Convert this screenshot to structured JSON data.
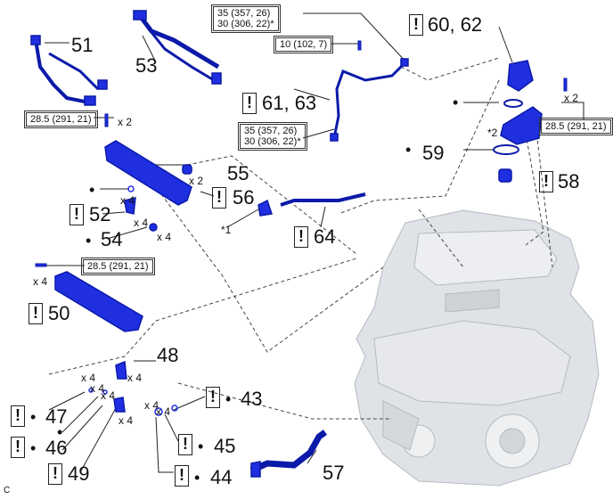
{
  "colors": {
    "part_blue": "#1f2fe0",
    "part_dark": "#0b1aa8",
    "engine_grey": "#d7dbe0",
    "line": "#333333"
  },
  "icons": {
    "important_mark": "!",
    "note_dot": "•"
  },
  "labels": {
    "p51": "51",
    "p53": "53",
    "p6062": "60, 62",
    "p6163": "61, 63",
    "p59": "59",
    "p58": "58",
    "p55": "55",
    "p56": "56",
    "p52": "52",
    "p54": "54",
    "p64": "64",
    "p50": "50",
    "p48": "48",
    "p43": "43",
    "p47": "47",
    "p45": "45",
    "p46": "46",
    "p44": "44",
    "p49": "49",
    "p57": "57"
  },
  "torque": {
    "t_top_left": [
      "35 (357, 26)",
      "30 (306, 22)*"
    ],
    "t_top_small": [
      "10 (102, 7)"
    ],
    "t_mid_pipe": [
      "35 (357, 26)",
      "30 (306, 22)*"
    ],
    "t_left1": [
      "28.5 (291, 21)"
    ],
    "t_right": [
      "28.5 (291, 21)"
    ],
    "t_left2": [
      "28.5 (291, 21)"
    ]
  },
  "counts": {
    "c_x2_a": "x 2",
    "c_x2_b": "x 2",
    "c_x2_c": "x 2",
    "c_x4_a": "x 4",
    "c_x4_b": "x 4",
    "c_x4_c": "x 4",
    "c_x4_d": "x 4",
    "c_x4_e": "x 4",
    "c_x4_f": "x 4",
    "c_x4_g": "x 4",
    "c_x4_h": "x 4",
    "c_x4_i": "x 4",
    "c_x4_j": "x 4",
    "c_x4_k": "x 4"
  },
  "notes": {
    "n1": "*1",
    "n2": "*2",
    "corner": "C"
  }
}
